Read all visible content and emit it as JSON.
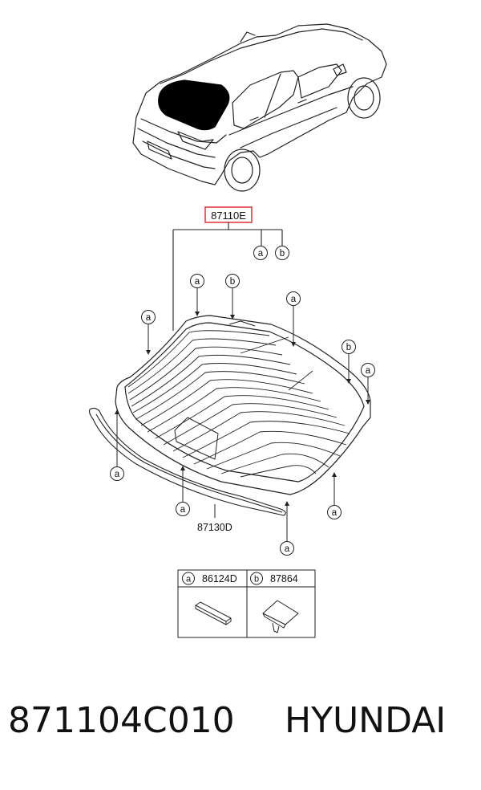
{
  "diagram": {
    "main_part_label": "87110E",
    "molding_label": "87130D",
    "callout_a": "a",
    "callout_b": "b",
    "legend": {
      "a": {
        "letter": "a",
        "part": "86124D"
      },
      "b": {
        "letter": "b",
        "part": "87864"
      }
    },
    "colors": {
      "highlight": "#e0303a",
      "line": "#222222"
    }
  },
  "footer": {
    "part_number": "871104C010",
    "brand": "HYUNDAI"
  }
}
